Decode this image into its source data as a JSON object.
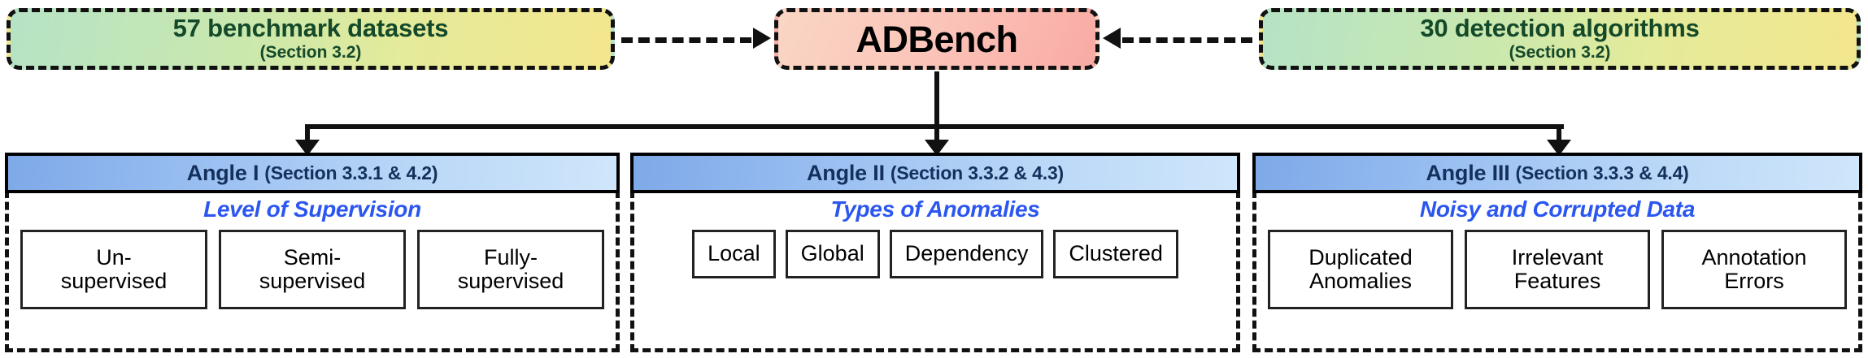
{
  "top_row": {
    "datasets_box": {
      "title": "57 benchmark datasets",
      "subtitle": "(Section 3.2)"
    },
    "center_box": {
      "label": "ADBench"
    },
    "algorithms_box": {
      "title": "30 detection algorithms",
      "subtitle": "(Section 3.2)"
    }
  },
  "panels": [
    {
      "angle_name": "Angle I",
      "angle_section": "(Section 3.3.1 & 4.2)",
      "subtitle": "Level of Supervision",
      "chips": [
        {
          "line1": "Un-",
          "line2": "supervised"
        },
        {
          "line1": "Semi-",
          "line2": "supervised"
        },
        {
          "line1": "Fully-",
          "line2": "supervised"
        }
      ]
    },
    {
      "angle_name": "Angle II",
      "angle_section": "(Section 3.3.2 & 4.3)",
      "subtitle": "Types of Anomalies",
      "chips": [
        {
          "line1": "Local",
          "line2": ""
        },
        {
          "line1": "Global",
          "line2": ""
        },
        {
          "line1": "Dependency",
          "line2": ""
        },
        {
          "line1": "Clustered",
          "line2": ""
        }
      ]
    },
    {
      "angle_name": "Angle III",
      "angle_section": "(Section 3.3.3 & 4.4)",
      "subtitle": "Noisy and Corrupted Data",
      "chips": [
        {
          "line1": "Duplicated",
          "line2": "Anomalies"
        },
        {
          "line1": "Irrelevant",
          "line2": "Features"
        },
        {
          "line1": "Annotation",
          "line2": "Errors"
        }
      ]
    }
  ],
  "colors": {
    "dataset_gradient_start": "#b6e3c6",
    "dataset_gradient_end": "#f3e68e",
    "adbench_gradient_start": "#fad6c4",
    "adbench_gradient_end": "#f9aaa4",
    "panel_header_gradient_start": "#7ea9e8",
    "panel_header_gradient_end": "#cfe6fb",
    "dataset_text": "#14492a",
    "angle_text": "#14305c",
    "subtitle_text": "#2b56f0",
    "border": "#111111"
  }
}
